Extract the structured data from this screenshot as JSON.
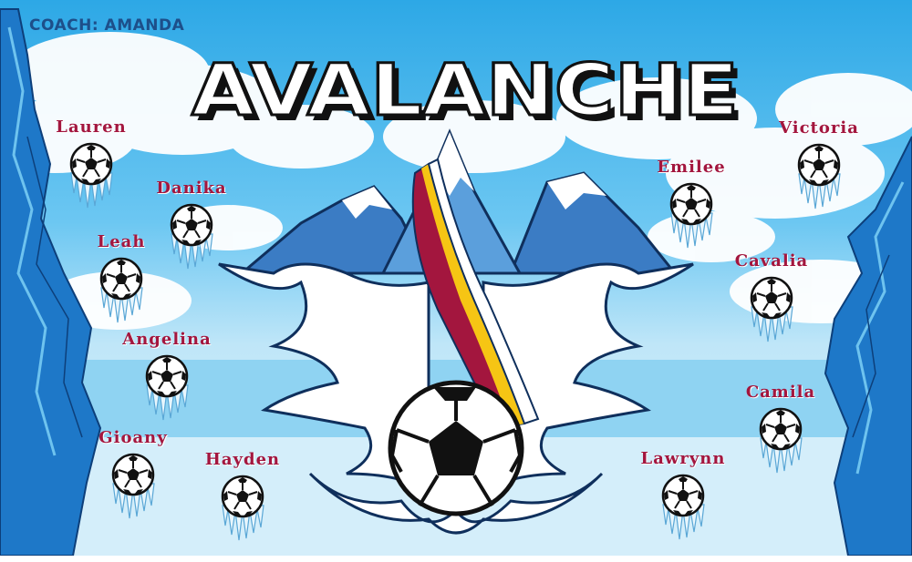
{
  "coach_label": "COACH: AMANDA",
  "team_name": "AVALANCHE",
  "players": [
    {
      "name": "Lauren"
    },
    {
      "name": "Danika"
    },
    {
      "name": "Leah"
    },
    {
      "name": "Angelina"
    },
    {
      "name": "Gioany"
    },
    {
      "name": "Hayden"
    },
    {
      "name": "Victoria"
    },
    {
      "name": "Emilee"
    },
    {
      "name": "Cavalia"
    },
    {
      "name": "Camila"
    },
    {
      "name": "Lawrynn"
    }
  ],
  "colors": {
    "sky": "#2da8e6",
    "ice": "#1e78c8",
    "name_text": "#a3163e",
    "coach_text": "#1d4f8a",
    "stripe_maroon": "#a3163e",
    "stripe_yellow": "#f6c514"
  }
}
